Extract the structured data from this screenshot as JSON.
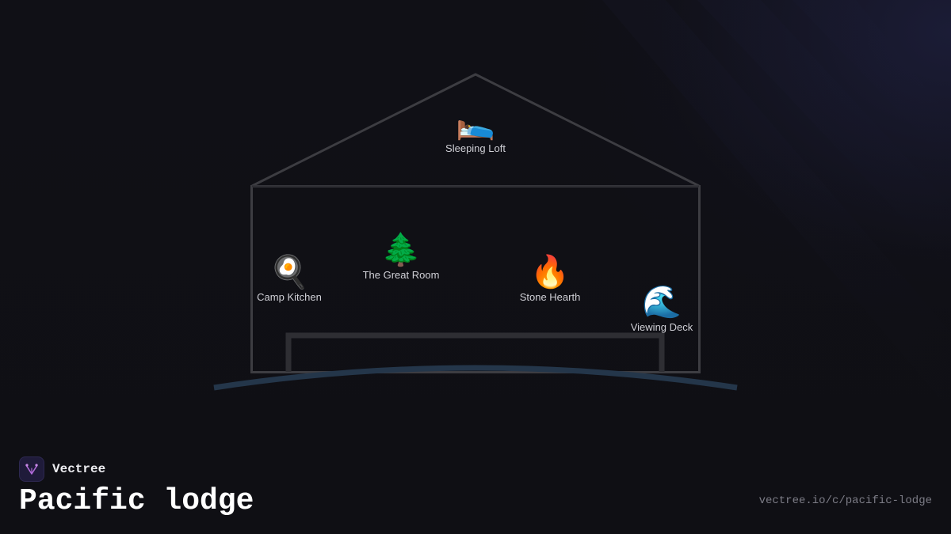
{
  "brand": {
    "name": "Vectree",
    "logo_icon": "vectree-logo-icon",
    "accent_color": "#b06ad8"
  },
  "page": {
    "title": "Pacific lodge",
    "url": "vectree.io/c/pacific-lodge"
  },
  "rooms": {
    "sleeping_loft": {
      "label": "Sleeping Loft",
      "icon": "🛌"
    },
    "camp_kitchen": {
      "label": "Camp Kitchen",
      "icon": "🍳"
    },
    "great_room": {
      "label": "The Great Room",
      "icon": "🌲"
    },
    "stone_hearth": {
      "label": "Stone Hearth",
      "icon": "🔥"
    },
    "viewing_deck": {
      "label": "Viewing Deck",
      "icon": "🌊"
    }
  },
  "colors": {
    "background": "#0f0f14",
    "house_outline": "#3d3d42",
    "ground_arc": "#24364a",
    "label_text": "#d0d0d6",
    "url_text": "#7c7c86"
  }
}
